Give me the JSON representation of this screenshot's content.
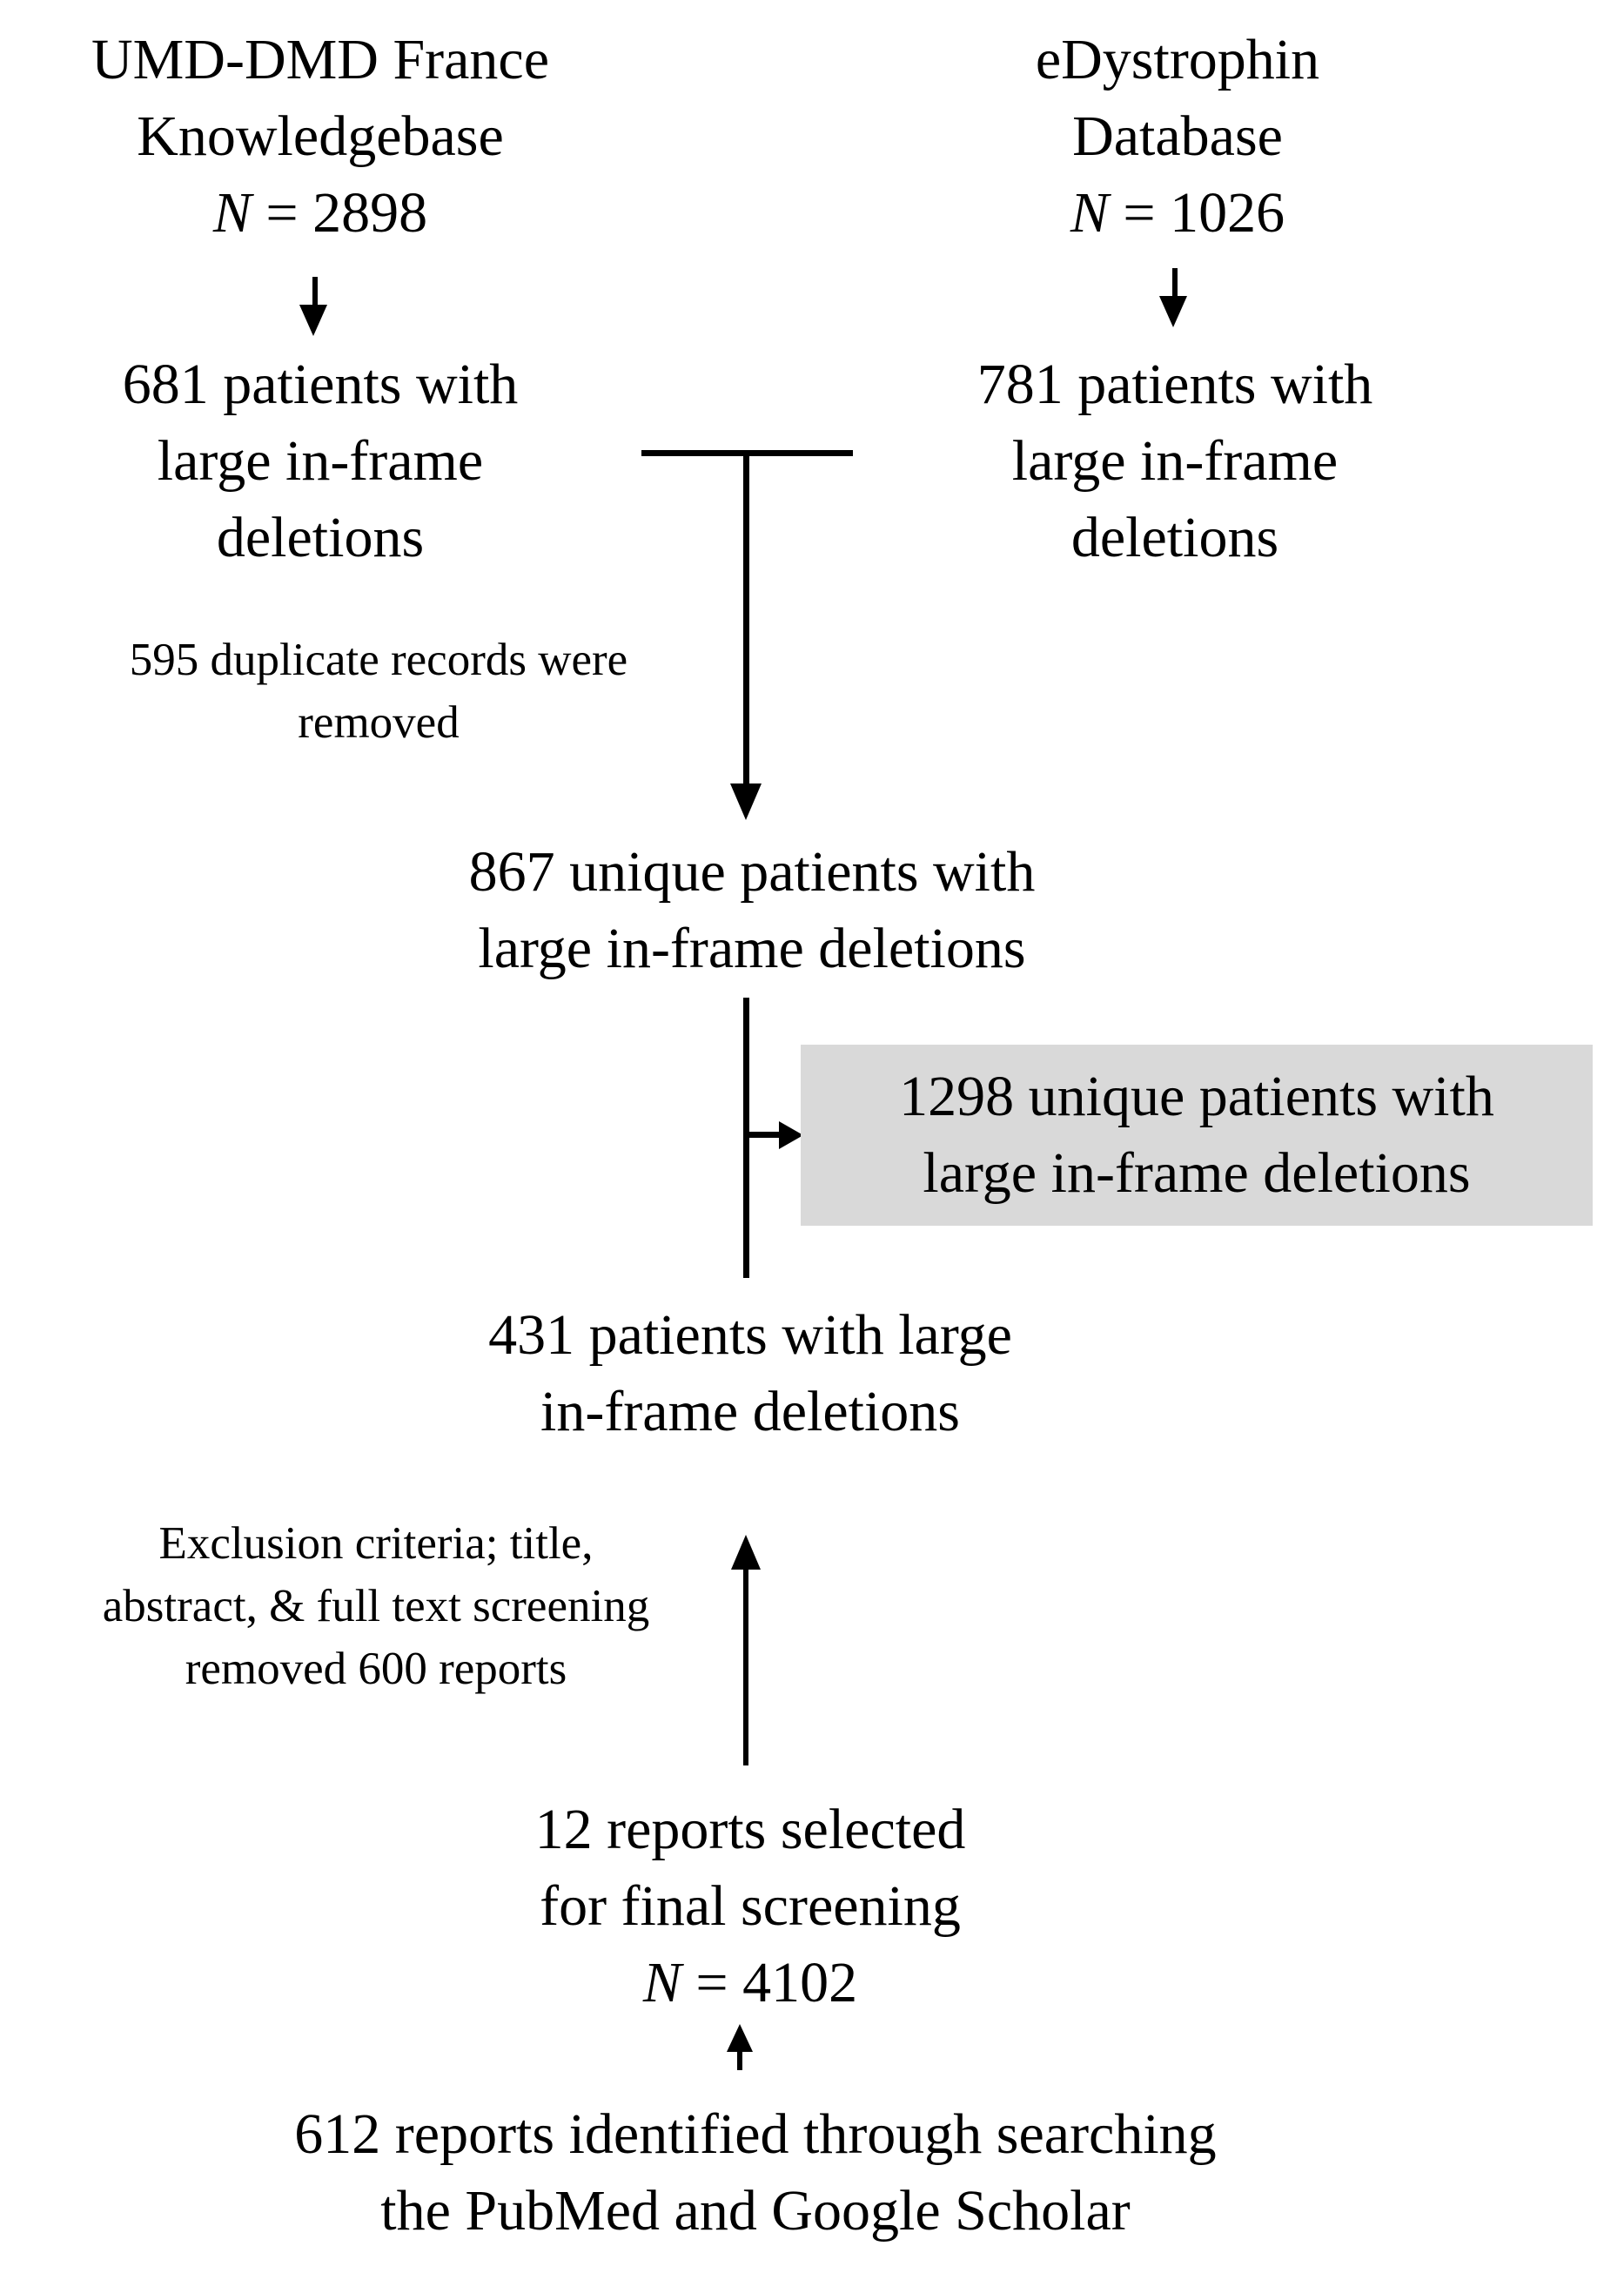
{
  "colors": {
    "background": "#ffffff",
    "text": "#000000",
    "line": "#000000",
    "highlight": "#d9d9d9"
  },
  "nodes": {
    "umd": {
      "line1": "UMD-DMD France",
      "line2": "Knowledgebase",
      "n": "N",
      "neq": " = 2898"
    },
    "edystrophin": {
      "line1": "eDystrophin",
      "line2": "Database",
      "n": "N",
      "neq": " = 1026"
    },
    "left681": {
      "line1": "681 patients with",
      "line2": "large in-frame",
      "line3": "deletions"
    },
    "right781": {
      "line1": "781 patients with",
      "line2": "large in-frame",
      "line3": "deletions"
    },
    "duplicates595": {
      "line1": "595 duplicate records were",
      "line2": "removed"
    },
    "unique867": {
      "line1": "867 unique patients with",
      "line2": "large in-frame deletions"
    },
    "box1298": {
      "line1": "1298 unique patients with",
      "line2": "large in-frame deletions"
    },
    "patients431": {
      "line1": "431 patients with large",
      "line2": "in-frame deletions"
    },
    "exclusion": {
      "line1": "Exclusion criteria; title,",
      "line2": "abstract, & full text screening",
      "line3": "removed 600 reports"
    },
    "reports12": {
      "line1": "12 reports selected",
      "line2": "for final screening",
      "n": "N",
      "neq": " = 4102"
    },
    "reports612": {
      "line1": "612 reports identified through searching",
      "line2": "the PubMed and Google Scholar"
    }
  }
}
